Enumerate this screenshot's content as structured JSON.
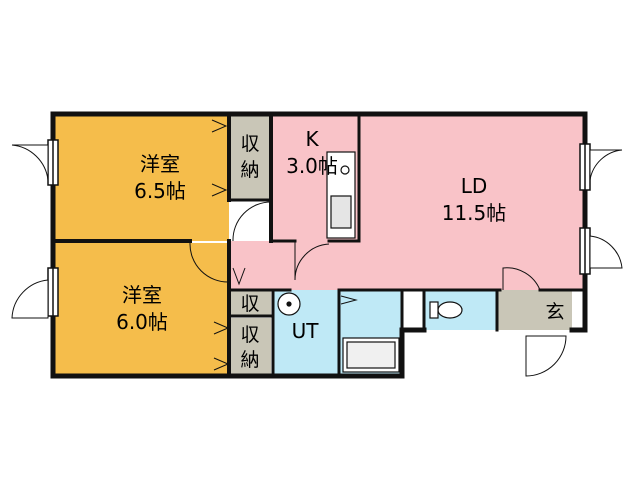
{
  "rooms": {
    "western_65": {
      "name": "洋室",
      "size": "6.5帖",
      "color": "#f5bd4b"
    },
    "western_60": {
      "name": "洋室",
      "size": "6.0帖",
      "color": "#f5bd4b"
    },
    "kitchen": {
      "name": "K",
      "size": "3.0帖",
      "color": "#f9c3c8"
    },
    "ld": {
      "name": "LD",
      "size": "11.5帖",
      "color": "#f9c3c8"
    },
    "storage_upper_a": {
      "line1": "収",
      "line2": "納"
    },
    "storage_lower_a": {
      "line1": "収"
    },
    "storage_lower_b": {
      "line1": "収",
      "line2": "納"
    },
    "ut": {
      "name": "UT",
      "color": "#bfe9f6"
    },
    "entrance": {
      "name": "玄"
    }
  },
  "colors": {
    "wall": "#111111",
    "storage": "#c9c6b7",
    "bath": "#bfe9f6",
    "hall": "#f9c3c8"
  }
}
